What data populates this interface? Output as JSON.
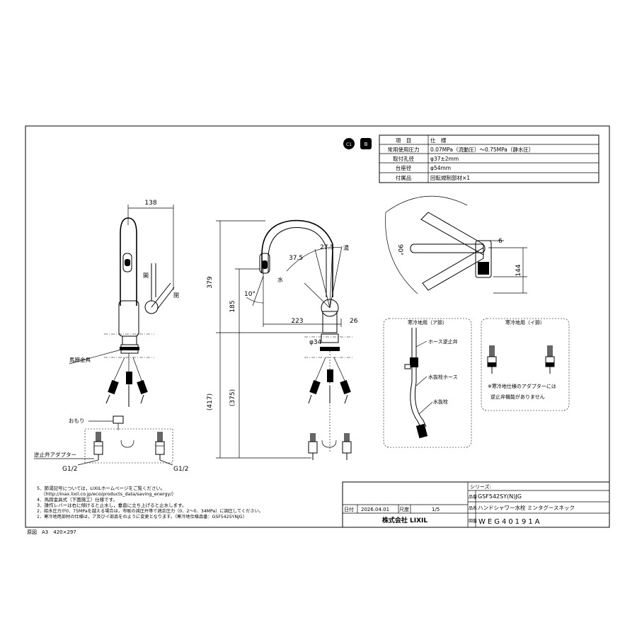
{
  "spec_table": {
    "header": {
      "item": "項　目",
      "spec": "仕　様"
    },
    "rows": [
      {
        "item": "常用使用圧力",
        "spec": "0.07MPa（流動圧）～0.75MPa（静水圧）"
      },
      {
        "item": "取付孔径",
        "spec": "φ37±2mm"
      },
      {
        "item": "台座径",
        "spec": "φ54mm"
      },
      {
        "item": "付属品",
        "spec": "回転規制部材×1"
      }
    ],
    "badges": [
      "C1",
      "B"
    ]
  },
  "dimensions": {
    "d138": "138",
    "d379": "379",
    "d185": "185",
    "d417": "(417)",
    "d375": "(375)",
    "d223": "223",
    "d26": "26",
    "d37_5": "37.5",
    "d27_5": "27.5",
    "d10": "10°",
    "d34": "φ34",
    "d90": "90°",
    "d6": "6",
    "d144": "144",
    "g12_left": "G1/2",
    "g12_right": "G1/2"
  },
  "labels": {
    "open1": "開",
    "open2": "閉",
    "mounting": "馬蹄金具",
    "weight": "おもり",
    "check_valve_adapter": "逆止弁アダプター",
    "water": "水",
    "hot": "湯",
    "cold_a": "寒冷地用（ア節）",
    "cold_i": "寒冷地用（イ節）",
    "hose_check": "ホース逆止弁",
    "drain_hose": "水抜栓ホース",
    "drain": "水抜栓",
    "cold_note_1": "※寒冷地仕様のアダプターには",
    "cold_note_2": "逆止弁機能がありません"
  },
  "notes": [
    "5．節湯記号については，LIXILホームページをご覧ください。",
    "（http://inax.lixil.co.jp/eco/products_data/saving_energy/）",
    "4．馬蹄金具式（下面施工）仕様です。",
    "3．操作レバーは右に傾けると止水し，垂直に立ち上げると止水します。",
    "2．給水圧力が0．75MPaを越える場合は，市販の減圧弁等で適正圧力（0．2～0．34MPa）に調圧してください。",
    "1．寒冷地用部材の仕様は，ア及びイ部品をのように変更となります。（寒冷地仕様品番：GSF542SYNJG）"
  ],
  "paper_size": "原図　A3　420×297",
  "title_block": {
    "series_label": "シリーズ:",
    "model": "GSF542SY(N)JG",
    "name": "ハンドシャワー水栓 ミンタグースネック",
    "date_label": "日付",
    "date": "2026.04.01",
    "scale_label": "尺度",
    "scale": "1/5",
    "company": "株式会社 LIXIL",
    "drawing_no_label": "図番",
    "drawing_no": "WEG40191A",
    "model_label": "品番",
    "name_label": "品名"
  }
}
